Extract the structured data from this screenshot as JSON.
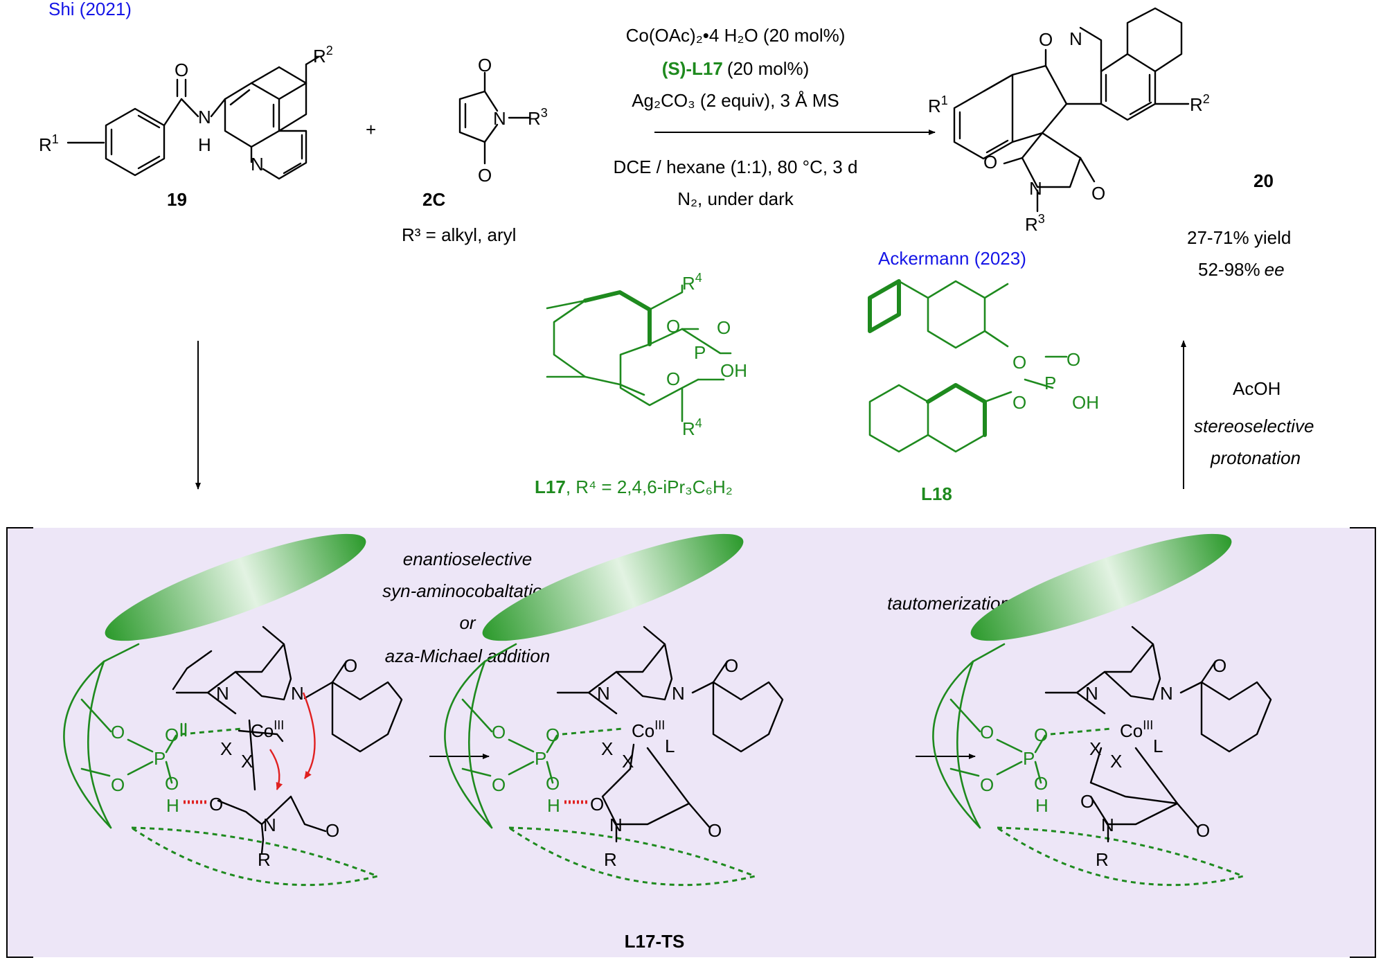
{
  "colors": {
    "green": "#1e8a1e",
    "blue": "#1515e6",
    "panel": "#ede6f7",
    "red": "#e02020"
  },
  "top": {
    "citation_shi": "Shi (2021)",
    "plus": "+",
    "compound_19": "19",
    "compound_2c": "2C",
    "r3_definition": "R³ = alkyl, aryl",
    "conditions": {
      "line1": "Co(OAc)₂•4 H₂O (20 mol%)",
      "line2_ligand": "(S)-L17",
      "line2_amount": "(20 mol%)",
      "line3": "Ag₂CO₃ (2 equiv), 3 Å MS",
      "line4": "DCE / hexane (1:1), 80 °C, 3 d",
      "line5": "N₂, under dark"
    },
    "product_20": "20",
    "yield": "27-71% yield",
    "ee_value": "52-98%",
    "ee_unit": "ee"
  },
  "ligands": {
    "l17_label": "L17",
    "l17_r4": ", R⁴ = 2,4,6-iPr₃C₆H₂",
    "citation_ackermann": "Ackermann (2023)",
    "l18_label": "L18"
  },
  "side_step": {
    "reagent": "AcOH",
    "desc_line1": "stereoselective",
    "desc_line2": "protonation"
  },
  "mechanism": {
    "step1_line1": "enantioselective",
    "step1_line2": "syn-aminocobaltation",
    "step1_line3": "or",
    "step1_line4": "aza-Michael addition",
    "step2": "tautomerization",
    "ts_label": "L17-TS"
  },
  "atoms": {
    "O": "O",
    "N": "N",
    "H": "H",
    "P": "P",
    "OH": "OH",
    "X": "X",
    "L": "L",
    "R": "R",
    "Co": "Co",
    "Co_ox": "III",
    "R1": "R",
    "R1_sup": "1",
    "R2": "R",
    "R2_sup": "2",
    "R3": "R",
    "R3_sup": "3",
    "R4": "R",
    "R4_sup": "4"
  }
}
